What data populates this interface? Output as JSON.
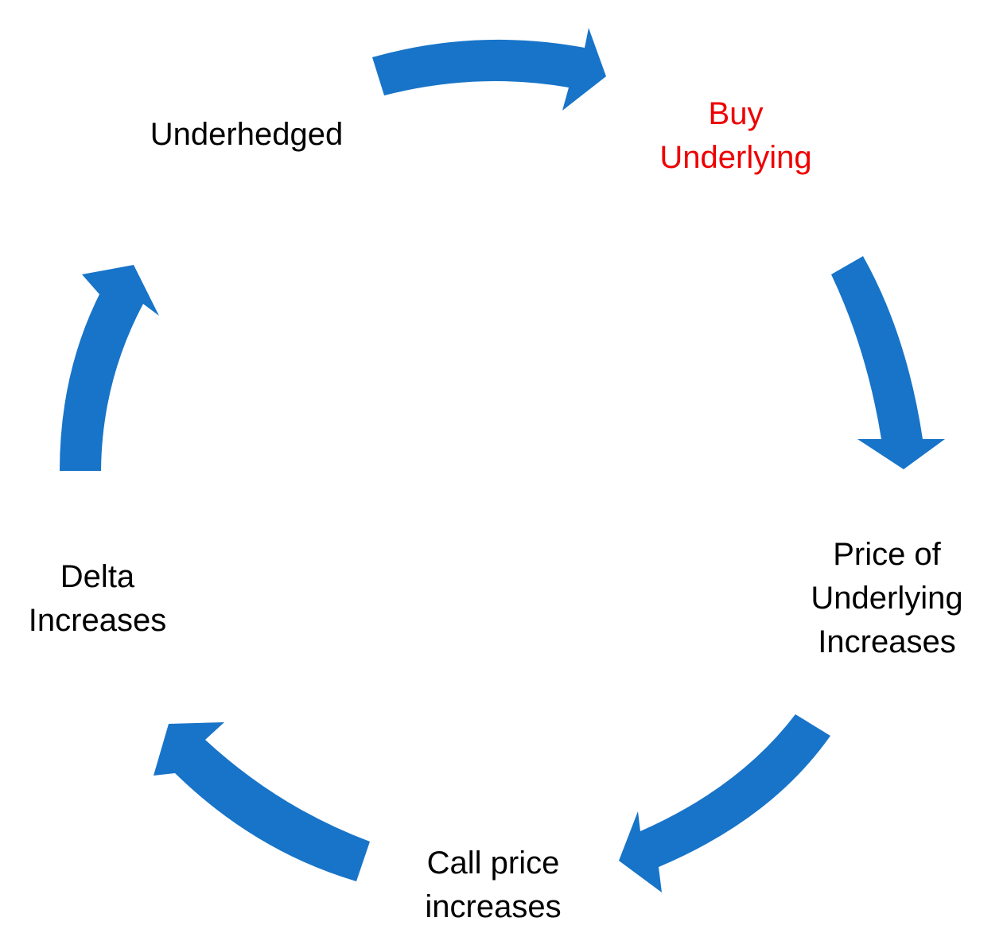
{
  "diagram": {
    "type": "cycle",
    "arrow_color": "#1874c8",
    "nodes": [
      {
        "id": "underhedged",
        "lines": [
          "Underhedged"
        ],
        "color": "#000000"
      },
      {
        "id": "buy-underlying",
        "lines": [
          "Buy",
          "Underlying"
        ],
        "color": "#ee0000"
      },
      {
        "id": "price-of-underlying-increases",
        "lines": [
          "Price of",
          "Underlying",
          "Increases"
        ],
        "color": "#000000"
      },
      {
        "id": "call-price-increases",
        "lines": [
          "Call price",
          "increases"
        ],
        "color": "#000000"
      },
      {
        "id": "delta-increases",
        "lines": [
          "Delta",
          "Increases"
        ],
        "color": "#000000"
      }
    ],
    "edges": [
      {
        "from": "underhedged",
        "to": "buy-underlying"
      },
      {
        "from": "buy-underlying",
        "to": "price-of-underlying-increases"
      },
      {
        "from": "price-of-underlying-increases",
        "to": "call-price-increases"
      },
      {
        "from": "call-price-increases",
        "to": "delta-increases"
      },
      {
        "from": "delta-increases",
        "to": "underhedged"
      }
    ]
  }
}
